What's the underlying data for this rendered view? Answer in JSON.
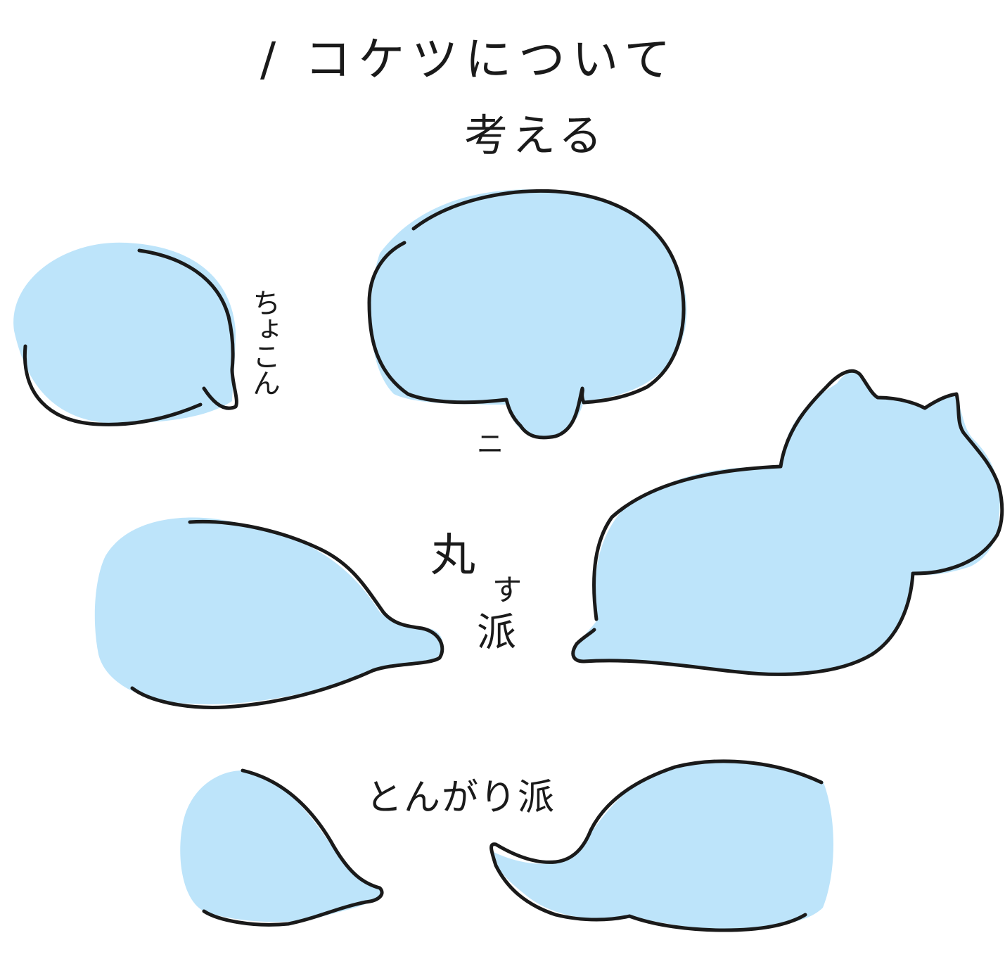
{
  "title": {
    "line1": "/ コケツについて",
    "line2": "考える"
  },
  "labels": {
    "choko": "ちょこん",
    "mark": "ニ",
    "maru": "丸",
    "sub": "す",
    "maru_ha": "派",
    "tongari": "とんがり派"
  },
  "colors": {
    "fill": "#bde4fa",
    "outline": "#1a1a1a",
    "background": "#ffffff"
  }
}
